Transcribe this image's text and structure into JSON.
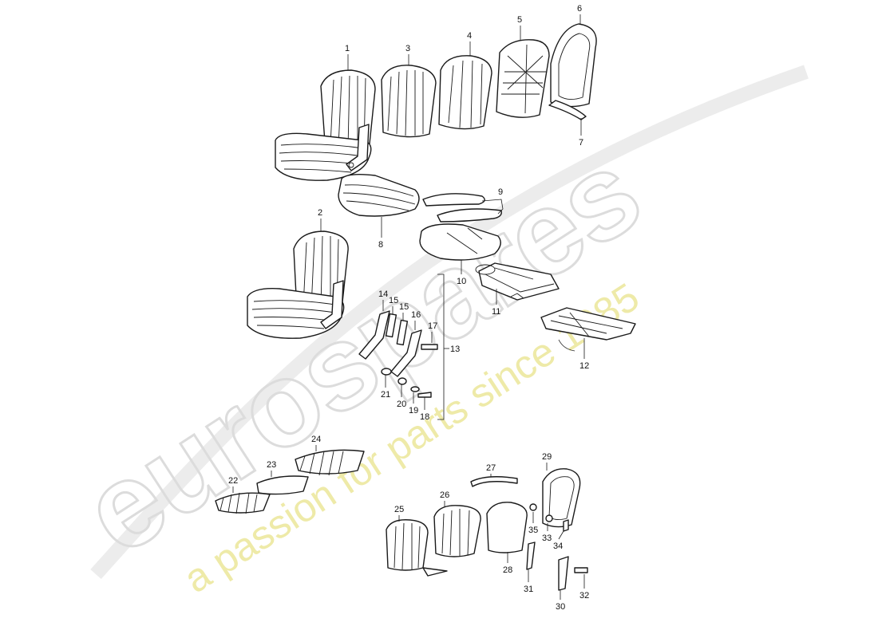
{
  "watermark": {
    "brand": "eurospares",
    "tagline": "a passion for parts since 1985",
    "brand_color": "#d9d9d9",
    "tagline_color": "#ece7a0"
  },
  "callouts": {
    "c1": "1",
    "c2": "2",
    "c3": "3",
    "c4": "4",
    "c5": "5",
    "c6": "6",
    "c7": "7",
    "c8": "8",
    "c9": "9",
    "c10": "10",
    "c11": "11",
    "c12": "12",
    "c13": "13",
    "c14": "14",
    "c15a": "15",
    "c15b": "15",
    "c16": "16",
    "c17": "17",
    "c18": "18",
    "c19": "19",
    "c20": "20",
    "c21": "21",
    "c22": "22",
    "c23": "23",
    "c24": "24",
    "c25": "25",
    "c26": "26",
    "c27": "27",
    "c28": "28",
    "c29": "29",
    "c30": "30",
    "c31": "31",
    "c32": "32",
    "c33": "33",
    "c34": "34",
    "c35": "35"
  }
}
